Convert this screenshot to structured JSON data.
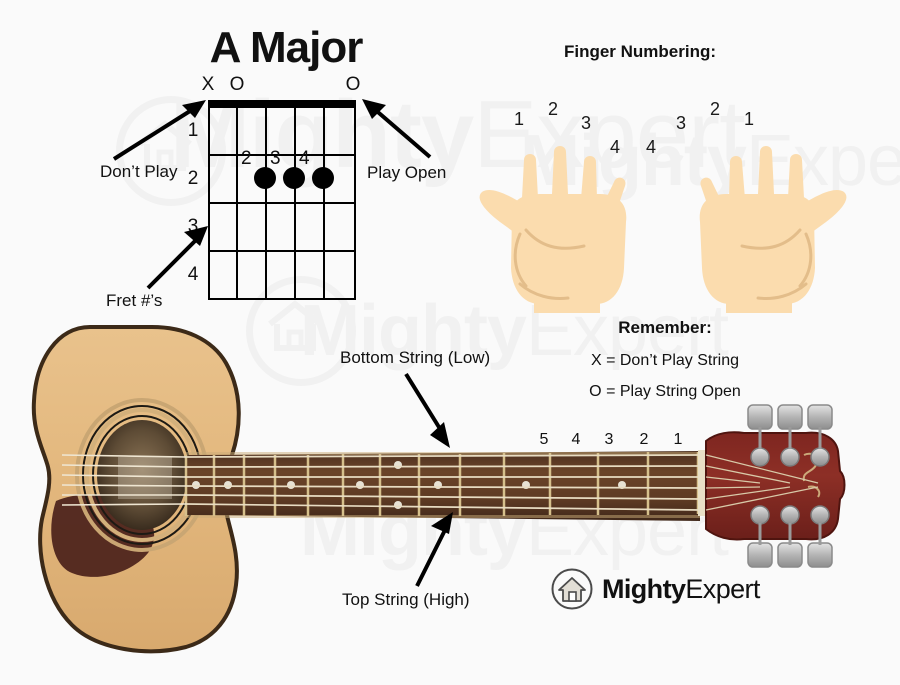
{
  "page": {
    "background_color": "#fafafa",
    "watermark_text": "MightyExpert"
  },
  "chord": {
    "title": "A Major",
    "string_count": 6,
    "fret_count": 4,
    "open_mute_markers": [
      "X",
      "O",
      "",
      "",
      "",
      "O"
    ],
    "fret_numbers": [
      "1",
      "2",
      "3",
      "4"
    ],
    "finger_dots": [
      {
        "string": 3,
        "fret": 2,
        "finger": "2"
      },
      {
        "string": 4,
        "fret": 2,
        "finger": "3"
      },
      {
        "string": 5,
        "fret": 2,
        "finger": "4"
      }
    ]
  },
  "callouts": {
    "dont_play": "Don’t Play",
    "play_open": "Play Open",
    "fret_numbers": "Fret #’s",
    "bottom_string": "Bottom String (Low)",
    "top_string": "Top String (High)"
  },
  "finger_numbering": {
    "heading": "Finger Numbering:",
    "left_hand": [
      "1",
      "2",
      "3",
      "4"
    ],
    "right_hand": [
      "4",
      "3",
      "2",
      "1"
    ],
    "skin_color": "#fbdcae",
    "crease_color": "#e0ba86"
  },
  "remember": {
    "heading": "Remember:",
    "lines": [
      "X = Don’t Play String",
      "O = Play String Open"
    ]
  },
  "guitar": {
    "neck_fret_numbers": [
      "5",
      "4",
      "3",
      "2",
      "1"
    ],
    "body_color": "#e8bf85",
    "fretboard_color": "#5a3a24",
    "headstock_color": "#8b2a24"
  },
  "logo": {
    "icon": "house-in-circle-icon",
    "bold_text": "Mighty",
    "thin_text": "Expert"
  }
}
